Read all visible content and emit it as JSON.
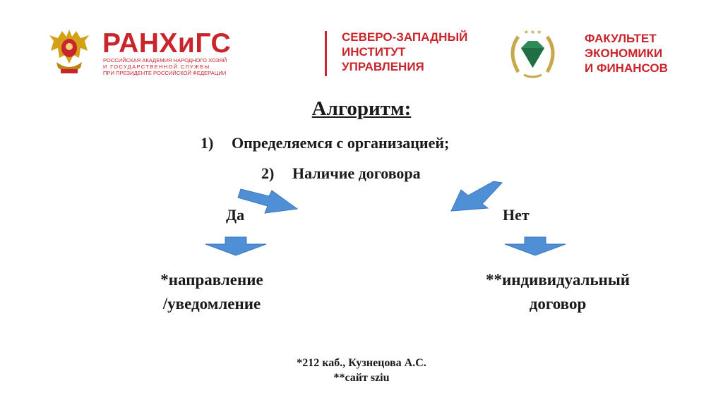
{
  "header": {
    "ranepa_logo": {
      "name": "РАНХиГС",
      "subtitle_lines": [
        "Российская академия народного хозяйства",
        "и государственной службы",
        "при президенте российской федерации"
      ]
    },
    "institute_lines": [
      "СЕВЕРО-ЗАПАДНЫЙ",
      "ИНСТИТУТ",
      "УПРАВЛЕНИЯ"
    ],
    "faculty_lines": [
      "ФАКУЛЬТЕТ",
      "ЭКОНОМИКИ",
      "И ФИНАНСОВ"
    ],
    "brand_color": "#c9252c"
  },
  "content": {
    "title": "Алгоритм:",
    "steps": [
      {
        "num": "1)",
        "text": "Определяемся с организацией;"
      },
      {
        "num": "2)",
        "text": "Наличие договора"
      }
    ],
    "yes_label": "Да",
    "no_label": "Нет",
    "yes_result_lines": [
      "*направление",
      "/уведомление"
    ],
    "no_result_lines": [
      "**индивидуальный",
      "договор"
    ],
    "arrow_color": "#4f8fd6"
  },
  "footnotes": [
    "*212 каб., Кузнецова А.С.",
    "**сайт sziu"
  ]
}
